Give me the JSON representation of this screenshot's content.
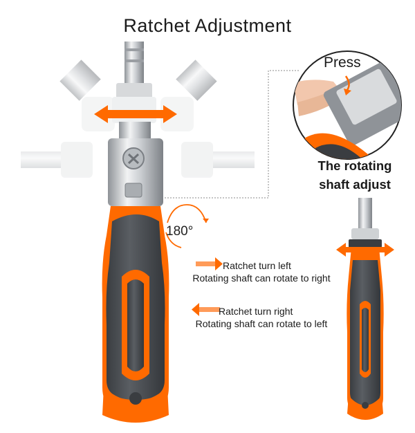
{
  "title": "Ratchet Adjustment",
  "inset": {
    "press_label": "Press",
    "caption_line1": "The rotating",
    "caption_line2": "shaft adjust"
  },
  "rotation_label": "180°",
  "legend": [
    {
      "line1": "Ratchet turn left",
      "line2": "Rotating shaft can rotate to right"
    },
    {
      "line1": "Ratchet turn right",
      "line2": "Rotating shaft can rotate to left"
    }
  ],
  "colors": {
    "orange": "#ff6a00",
    "handle_gray": "#4a4d52",
    "steel": "#c9ccd0"
  }
}
